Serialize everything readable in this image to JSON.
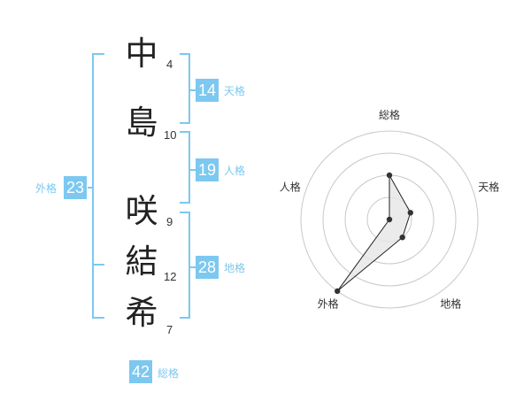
{
  "name": {
    "characters": [
      {
        "char": "中",
        "strokes": "4"
      },
      {
        "char": "島",
        "strokes": "10"
      },
      {
        "char": "咲",
        "strokes": "9"
      },
      {
        "char": "結",
        "strokes": "12"
      },
      {
        "char": "希",
        "strokes": "7"
      }
    ]
  },
  "scores": {
    "tenkaku": {
      "value": "14",
      "label": "天格"
    },
    "jinkaku": {
      "value": "19",
      "label": "人格"
    },
    "chikaku": {
      "value": "28",
      "label": "地格"
    },
    "gaikaku": {
      "value": "23",
      "label": "外格"
    },
    "soukaku": {
      "value": "42",
      "label": "総格"
    }
  },
  "colors": {
    "accent": "#7cc8f0",
    "text": "#222222",
    "grid": "#c8c8c8",
    "fill": "#e6e6e6",
    "point": "#333333"
  },
  "chart_data": {
    "type": "radar",
    "axes": [
      "総格",
      "天格",
      "地格",
      "外格",
      "人格"
    ],
    "values": [
      2,
      1,
      1,
      4,
      0
    ],
    "range": [
      0,
      4
    ],
    "rings": 4
  }
}
